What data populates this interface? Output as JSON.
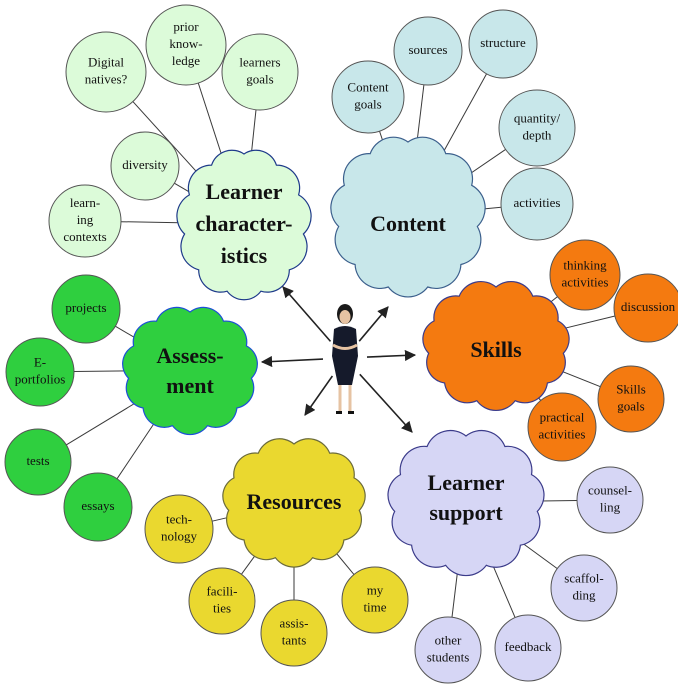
{
  "colors": {
    "learner": {
      "fill": "#dcfbd9",
      "stroke": "#1e3a8a"
    },
    "content": {
      "fill": "#c8e7ea",
      "stroke": "#3b5f8c"
    },
    "skills": {
      "fill": "#f47a10",
      "stroke": "#3b3b8a"
    },
    "assessment": {
      "fill": "#2fcf3f",
      "stroke": "#1d4ed8"
    },
    "resources": {
      "fill": "#ead82f",
      "stroke": "#6b6b3b"
    },
    "support": {
      "fill": "#d6d6f5",
      "stroke": "#3b3b8a"
    }
  },
  "hubs": {
    "learner_characteristics": [
      "Learner",
      "character-",
      "istics"
    ],
    "content": [
      "Content"
    ],
    "skills": [
      "Skills"
    ],
    "assessment": [
      "Assess-",
      "ment"
    ],
    "resources": [
      "Resources"
    ],
    "learner_support": [
      "Learner",
      "support"
    ]
  },
  "nodes": {
    "digital_natives": [
      "Digital",
      "natives?"
    ],
    "prior_knowledge": [
      "prior",
      "know-",
      "ledge"
    ],
    "learners_goals": [
      "learners",
      "goals"
    ],
    "diversity": [
      "diversity"
    ],
    "learning_contexts": [
      "learn-",
      "ing",
      "contexts"
    ],
    "content_goals": [
      "Content",
      "goals"
    ],
    "sources": [
      "sources"
    ],
    "structure": [
      "structure"
    ],
    "quantity_depth": [
      "quantity/",
      "depth"
    ],
    "activities": [
      "activities"
    ],
    "thinking_activities": [
      "thinking",
      "activities"
    ],
    "discussion": [
      "discussion"
    ],
    "skills_goals": [
      "Skills",
      "goals"
    ],
    "practical_activities": [
      "practical",
      "activities"
    ],
    "projects": [
      "projects"
    ],
    "e_portfolios": [
      "E-",
      "portfolios"
    ],
    "tests": [
      "tests"
    ],
    "essays": [
      "essays"
    ],
    "technology": [
      "tech-",
      "nology"
    ],
    "facilities": [
      "facili-",
      "ties"
    ],
    "assistants": [
      "assis-",
      "tants"
    ],
    "my_time": [
      "my",
      "time"
    ],
    "counselling": [
      "counsel-",
      "ling"
    ],
    "scaffolding": [
      "scaffol-",
      "ding"
    ],
    "feedback": [
      "feedback"
    ],
    "other_students": [
      "other",
      "students"
    ]
  }
}
